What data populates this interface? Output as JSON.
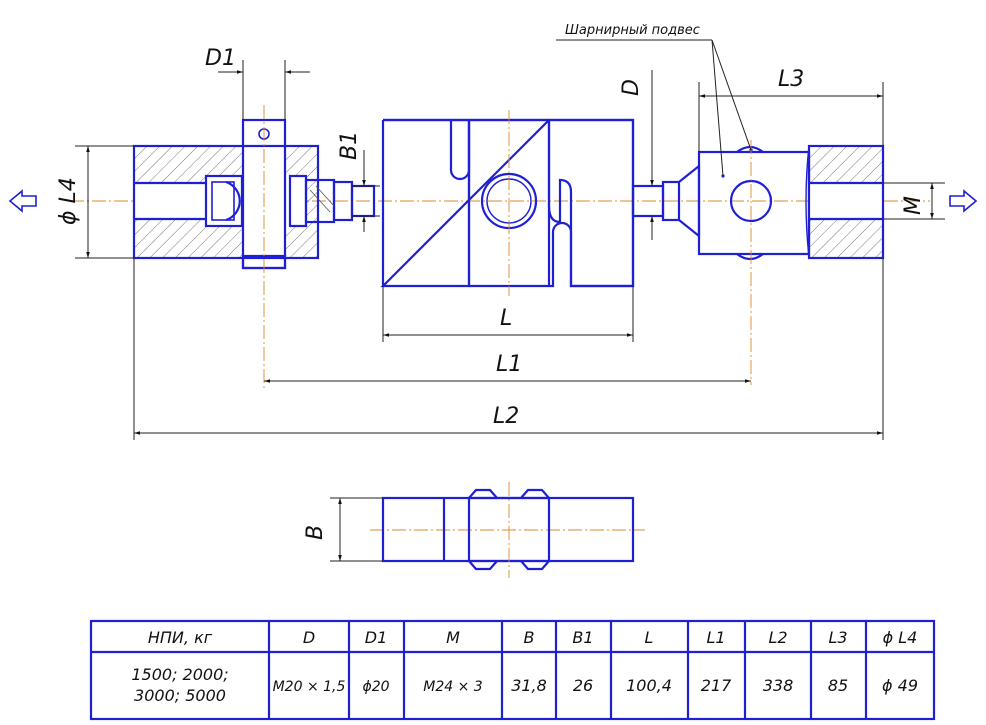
{
  "labels": {
    "hinge": "Шарнирный подвес",
    "D1": "D1",
    "D": "D",
    "L3": "L3",
    "B1": "B1",
    "phiL4": "ϕ L4",
    "M": "M",
    "L": "L",
    "L1": "L1",
    "L2": "L2",
    "B": "B"
  },
  "table": {
    "headers": [
      "НПИ, кг",
      "D",
      "D1",
      "M",
      "B",
      "B1",
      "L",
      "L1",
      "L2",
      "L3",
      "ϕ L4"
    ],
    "row_first_line": "1500; 2000;",
    "row_second_line": "3000; 5000",
    "values": [
      "M20 × 1,5",
      "ϕ20",
      "M24 × 3",
      "31,8",
      "26",
      "100,4",
      "217",
      "338",
      "85",
      "ϕ 49"
    ]
  }
}
